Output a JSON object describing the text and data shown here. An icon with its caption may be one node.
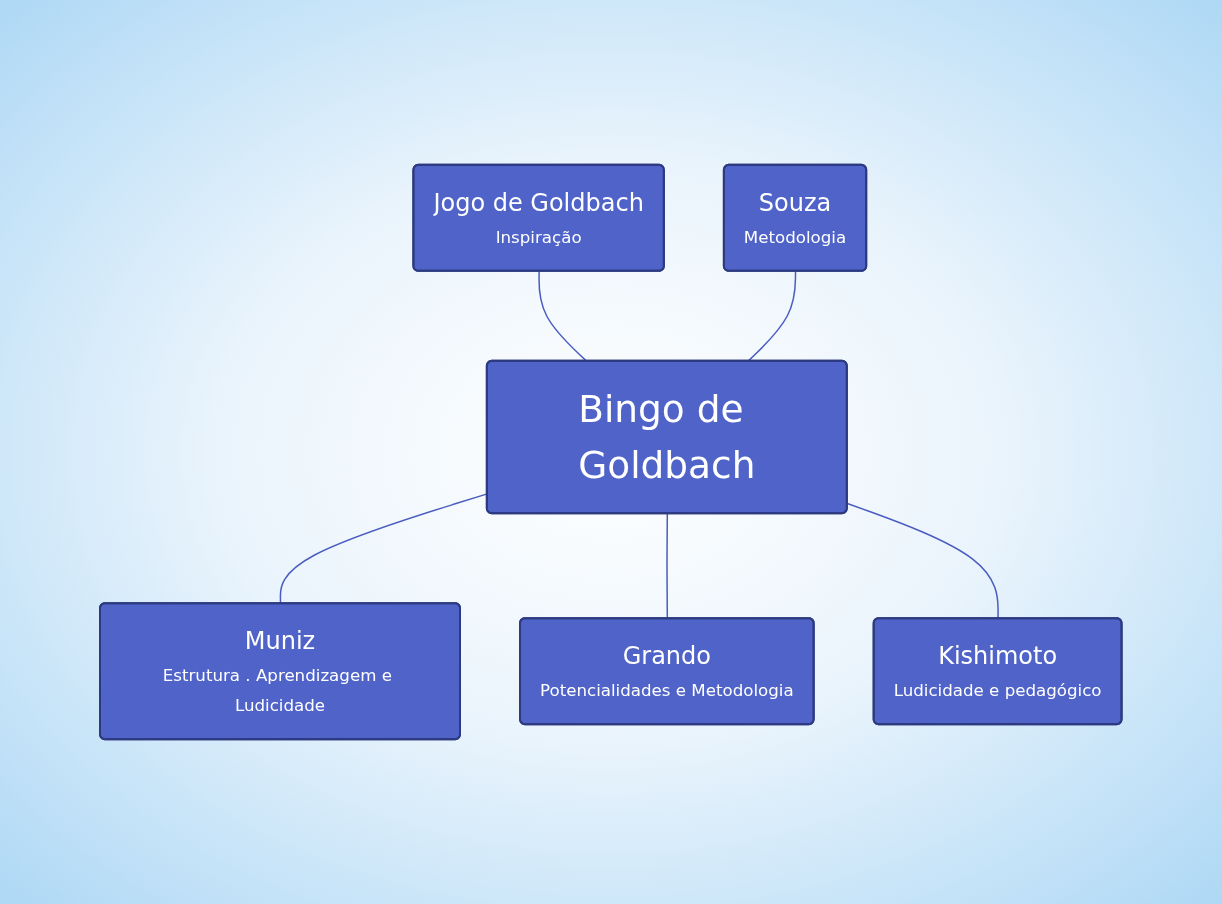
{
  "diagram": {
    "nodes": [
      {
        "text": [
          "Jogo de Goldbach",
          "Inspiração"
        ]
      },
      {
        "text": [
          "Souza",
          "Metodologia"
        ]
      },
      {
        "text": [
          "Bingo de Goldbach"
        ]
      },
      {
        "text": [
          "Muniz",
          "Estrutura . Aprendizagem e Ludicidade"
        ]
      },
      {
        "text": [
          "Grando",
          "Potencialidades e Metodologia"
        ]
      },
      {
        "text": [
          "Kishimoto",
          "Ludicidade e pedagógico"
        ]
      }
    ],
    "edges": [
      {
        "from": 0,
        "to": 2,
        "arrow": "none"
      },
      {
        "from": 1,
        "to": 2,
        "arrow": "none"
      },
      {
        "from": 2,
        "to": 3,
        "arrow": "none"
      },
      {
        "from": 2,
        "to": 4,
        "arrow": "none"
      },
      {
        "from": 2,
        "to": 5,
        "arrow": "none"
      }
    ]
  }
}
